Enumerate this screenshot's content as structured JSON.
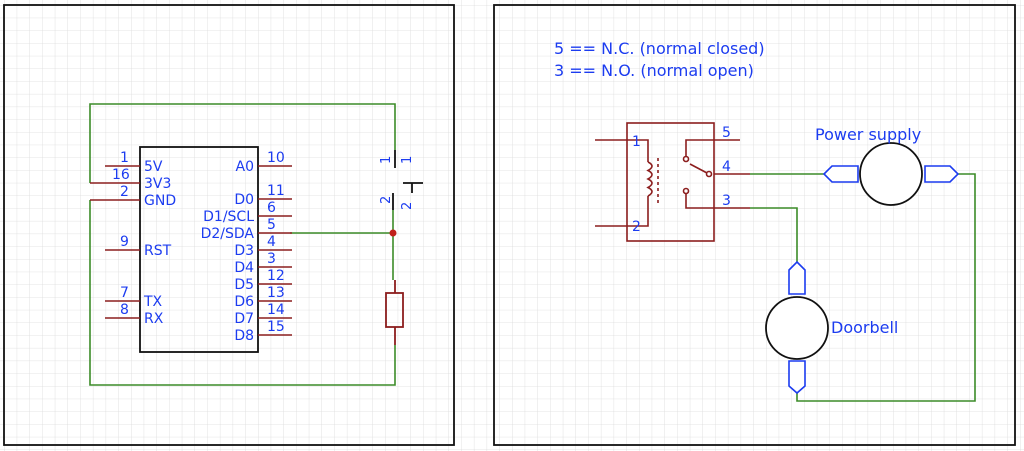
{
  "colors": {
    "grid": "#dcdcdc",
    "frame": "#111111",
    "wire": "#3c8c28",
    "component": "#8c1e1e",
    "text": "#1c3cf0",
    "junction": "#c0201a"
  },
  "left_schematic": {
    "chip": {
      "left_pins": [
        {
          "num": "1",
          "name": "5V"
        },
        {
          "num": "16",
          "name": "3V3"
        },
        {
          "num": "2",
          "name": "GND"
        },
        {
          "num": "9",
          "name": "RST"
        },
        {
          "num": "7",
          "name": "TX"
        },
        {
          "num": "8",
          "name": "RX"
        }
      ],
      "right_pins": [
        {
          "num": "10",
          "name": "A0"
        },
        {
          "num": "11",
          "name": "D0"
        },
        {
          "num": "6",
          "name": "D1/SCL"
        },
        {
          "num": "5",
          "name": "D2/SDA"
        },
        {
          "num": "4",
          "name": "D3"
        },
        {
          "num": "3",
          "name": "D4"
        },
        {
          "num": "12",
          "name": "D5"
        },
        {
          "num": "13",
          "name": "D6"
        },
        {
          "num": "14",
          "name": "D7"
        },
        {
          "num": "15",
          "name": "D8"
        }
      ]
    },
    "switch": {
      "pin1_a": "1",
      "pin1_b": "1",
      "pin2_a": "2",
      "pin2_b": "2"
    }
  },
  "right_schematic": {
    "note_line1": "5 == N.C. (normal closed)",
    "note_line2": "3 == N.O. (normal open)",
    "relay": {
      "coil_pin1": "1",
      "coil_pin2": "2",
      "pin5": "5",
      "pin4": "4",
      "pin3": "3"
    },
    "power_supply_label": "Power supply",
    "doorbell_label": "Doorbell"
  }
}
